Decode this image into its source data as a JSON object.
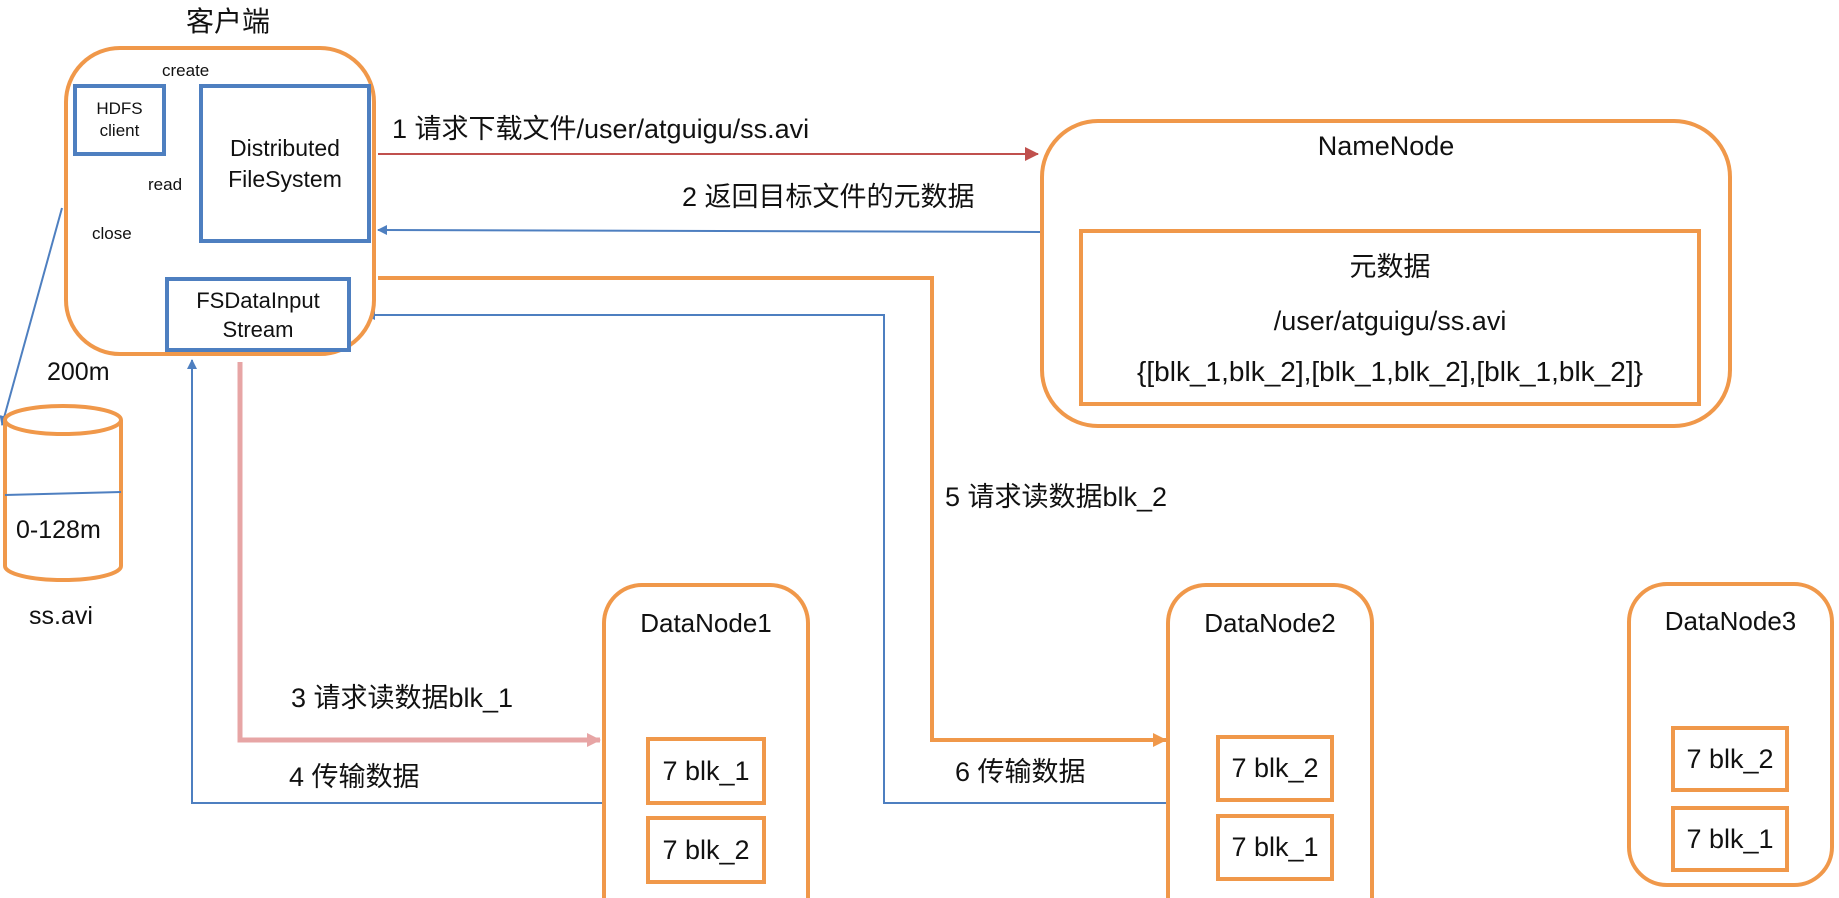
{
  "client": {
    "title": "客户端",
    "hdfs_client": "HDFS client",
    "distributed_fs": "Distributed FileSystem",
    "fs_input_stream": "FSDataInput Stream",
    "edge_create": "create",
    "edge_read": "read",
    "edge_close": "close"
  },
  "local_file": {
    "size_total": "200m",
    "segment": "0-128m",
    "name": "ss.avi"
  },
  "steps": {
    "s1": "1 请求下载文件/user/atguigu/ss.avi",
    "s2": "2 返回目标文件的元数据",
    "s3": "3 请求读数据blk_1",
    "s4": "4 传输数据",
    "s5": "5 请求读数据blk_2",
    "s6": "6 传输数据"
  },
  "namenode": {
    "title": "NameNode",
    "meta_title": "元数据",
    "meta_path": "/user/atguigu/ss.avi",
    "meta_blocks": "{[blk_1,blk_2],[blk_1,blk_2],[blk_1,blk_2]}"
  },
  "datanodes": [
    {
      "title": "DataNode1",
      "blocks": [
        "7 blk_1",
        "7 blk_2"
      ]
    },
    {
      "title": "DataNode2",
      "blocks": [
        "7 blk_2",
        "7 blk_1"
      ]
    },
    {
      "title": "DataNode3",
      "blocks": [
        "7 blk_2",
        "7 blk_1"
      ]
    }
  ],
  "colors": {
    "orange": "#f0984a",
    "blue": "#4e7fc0",
    "red": "#c0504d",
    "pink": "#e7a5a5"
  }
}
